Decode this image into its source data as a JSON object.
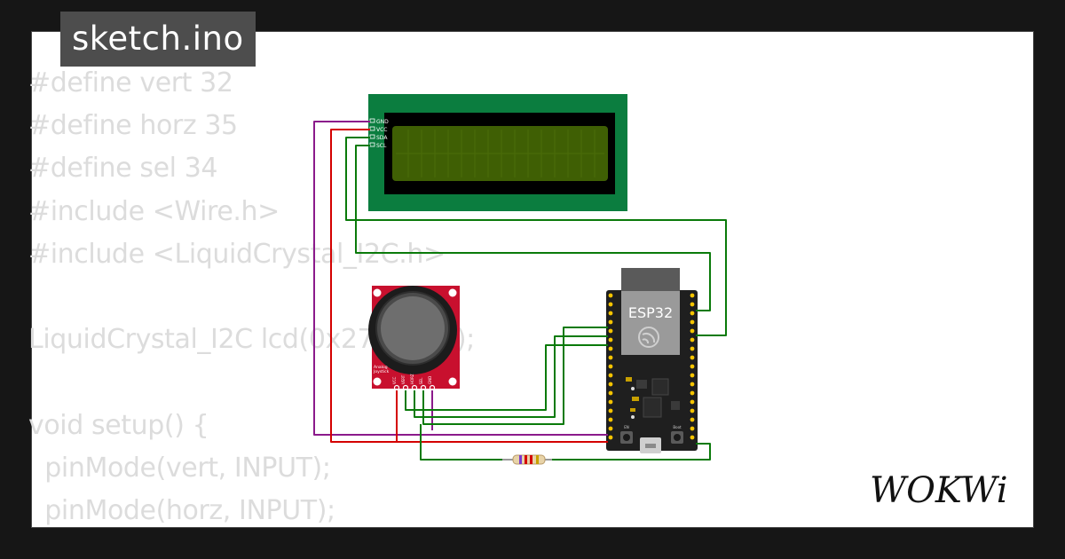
{
  "file_tab": {
    "label": "sketch.ino"
  },
  "code_lines": [
    "#define vert 32",
    "#define horz 35",
    "#define sel 34",
    "#include <Wire.h>",
    "#include <LiquidCrystal_I2C.h>",
    "",
    "LiquidCrystal_I2C lcd(0x27, 16, 2);",
    "",
    "void setup() {",
    "  pinMode(vert, INPUT);",
    "  pinMode(horz, INPUT);"
  ],
  "lcd": {
    "pins": [
      "GND",
      "VCC",
      "SDA",
      "SCL"
    ]
  },
  "joystick": {
    "label_line1": "Analog",
    "label_line2": "Joystick",
    "pins": [
      "VCC",
      "VERT",
      "HORZ",
      "SEL",
      "GND"
    ]
  },
  "esp32": {
    "label": "ESP32",
    "button_left": "EN",
    "button_right": "Boot"
  },
  "brand": {
    "name": "WOKWi"
  },
  "colors": {
    "page_bg": "#161616",
    "card_bg": "#ffffff",
    "tab_bg": "#4d4d4d",
    "code_text": "#dcdcdc",
    "lcd_board": "#0b7d3f",
    "lcd_screen": "#3f5f04",
    "joystick_board": "#c8102e",
    "wire_purple": "#8b1a8b",
    "wire_red": "#d40000",
    "wire_green": "#0a7a0a"
  }
}
